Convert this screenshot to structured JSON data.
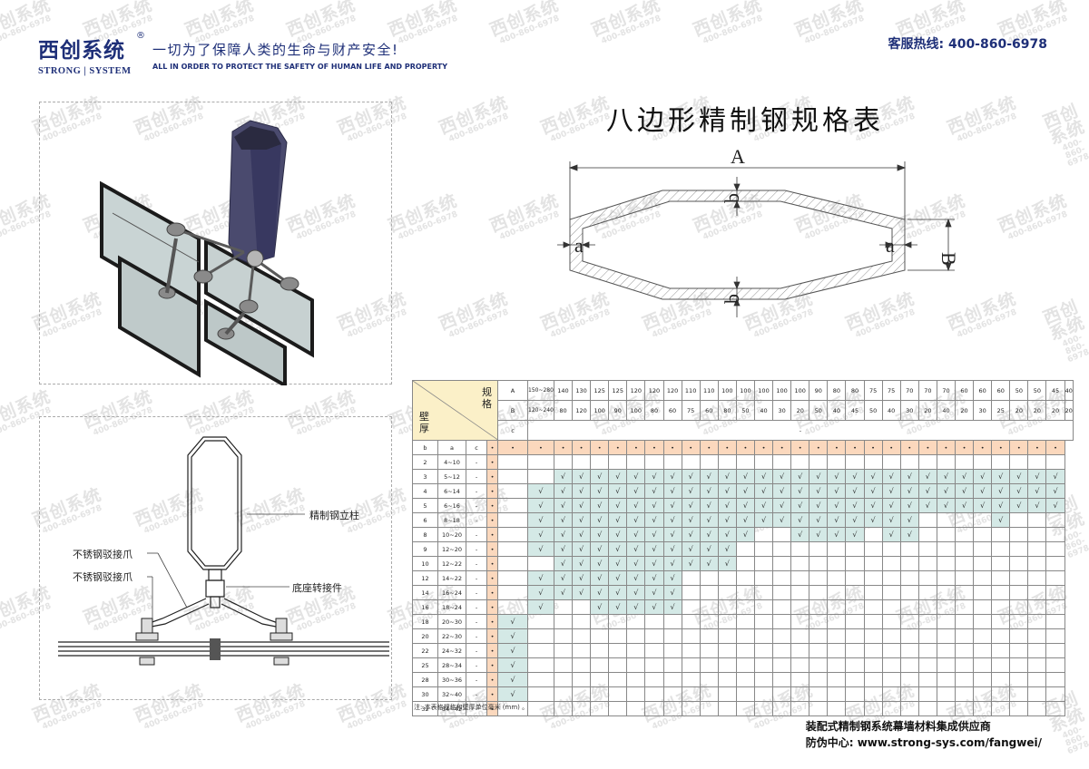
{
  "header": {
    "brand_cn": "西创系统",
    "brand_reg": "®",
    "brand_en": "STRONG | SYSTEM",
    "slogan_cn": "一切为了保障人类的生命与财产安全!",
    "slogan_en": "ALL IN ORDER TO PROTECT THE SAFETY OF HUMAN LIFE AND PROPERTY",
    "hotline": "客服热线: 400-860-6978"
  },
  "watermark": {
    "main": "西创系统",
    "sub": "400-860-6978"
  },
  "title": "八边形精制钢规格表",
  "diagram": {
    "label_A": "A",
    "label_B": "B",
    "label_a": "a",
    "label_b": "b"
  },
  "section_labels": {
    "column": "精制钢立柱",
    "claw1": "不锈钢驳接爪",
    "claw2": "不锈钢驳接爪",
    "base": "底座转接件"
  },
  "table": {
    "corner": {
      "top": "规格",
      "bottom": "壁厚"
    },
    "row_A_label": "A",
    "row_B_label": "B",
    "row_c_label": "c",
    "A_values": [
      "150~280",
      "140",
      "130",
      "125",
      "125",
      "120",
      "120",
      "120",
      "110",
      "110",
      "100",
      "100",
      "100",
      "100",
      "100",
      "90",
      "80",
      "80",
      "75",
      "75",
      "70",
      "70",
      "70",
      "60",
      "60",
      "60",
      "50",
      "50",
      "45",
      "40"
    ],
    "B_values": [
      "120~240",
      "80",
      "120",
      "100",
      "90",
      "100",
      "80",
      "60",
      "75",
      "60",
      "80",
      "50",
      "40",
      "30",
      "20",
      "50",
      "40",
      "45",
      "50",
      "40",
      "30",
      "20",
      "40",
      "20",
      "30",
      "25",
      "20",
      "20",
      "20",
      "20"
    ],
    "c_value": "-",
    "sub_headers": [
      "b",
      "a",
      "c"
    ],
    "mark": "•",
    "check": "√",
    "rows": [
      {
        "b": "2",
        "a": "4~10",
        "c": "-",
        "checks": ""
      },
      {
        "b": "3",
        "a": "5~12",
        "c": "-",
        "checks": "001111111111111111111111111111"
      },
      {
        "b": "4",
        "a": "6~14",
        "c": "-",
        "checks": "011111111111111111111111111111"
      },
      {
        "b": "5",
        "a": "6~16",
        "c": "-",
        "checks": "011111111111111111111111111111"
      },
      {
        "b": "6",
        "a": "8~18",
        "c": "-",
        "checks": "011111111111111111111100001000"
      },
      {
        "b": "8",
        "a": "10~20",
        "c": "-",
        "checks": "011111111111100111101100000000"
      },
      {
        "b": "9",
        "a": "12~20",
        "c": "-",
        "checks": "011111111111000000000000000000"
      },
      {
        "b": "10",
        "a": "12~22",
        "c": "-",
        "checks": "001111111111000000000000000000"
      },
      {
        "b": "12",
        "a": "14~22",
        "c": "-",
        "checks": "011111111000000000000000000000"
      },
      {
        "b": "14",
        "a": "16~24",
        "c": "-",
        "checks": "011111111000000000000000000000"
      },
      {
        "b": "16",
        "a": "18~24",
        "c": "-",
        "checks": "010011111000000000000000000000"
      },
      {
        "b": "18",
        "a": "20~30",
        "c": "-",
        "checks": "100000000000000000000000000000"
      },
      {
        "b": "20",
        "a": "22~30",
        "c": "-",
        "checks": "100000000000000000000000000000"
      },
      {
        "b": "22",
        "a": "24~32",
        "c": "-",
        "checks": "100000000000000000000000000000"
      },
      {
        "b": "25",
        "a": "28~34",
        "c": "-",
        "checks": "100000000000000000000000000000"
      },
      {
        "b": "28",
        "a": "30~36",
        "c": "-",
        "checks": "100000000000000000000000000000"
      },
      {
        "b": "30",
        "a": "32~40",
        "c": "-",
        "checks": "100000000000000000000000000000"
      },
      {
        "b": "32",
        "a": "34~42",
        "c": "-",
        "checks": ""
      }
    ]
  },
  "note": "注: 本表格规格和壁厚单位毫米 (mm) 。",
  "footer": {
    "line1": "装配式精制钢系统幕墙材料集成供应商",
    "line2": "防伪中心: www.strong-sys.com/fangwei/"
  },
  "colors": {
    "brand": "#1e2f78",
    "mark_fill": "#fbd8bd",
    "check_fill": "#d4e9e6"
  }
}
